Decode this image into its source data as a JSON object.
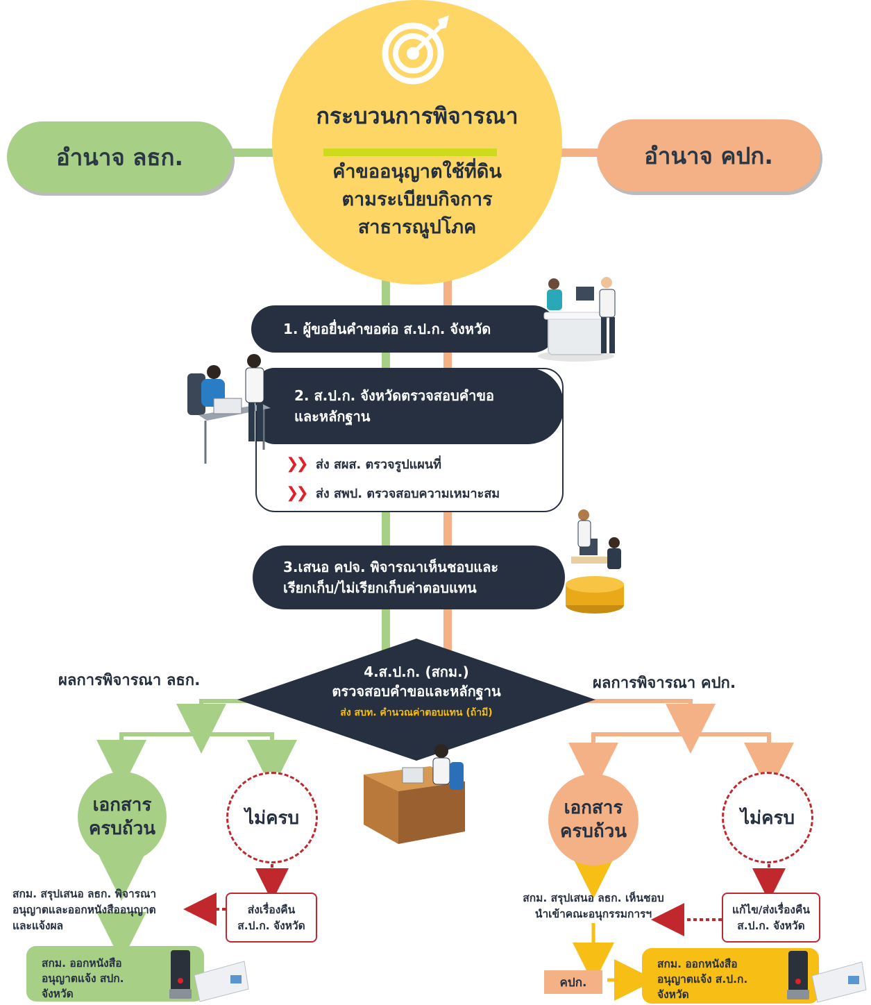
{
  "header": {
    "title": "กระบวนการพิจารณา",
    "subtitle_lines": [
      "คำขออนุญาตใช้ที่ดิน",
      "ตามระเบียบกิจการ",
      "สาธารณูปโภค"
    ]
  },
  "authority": {
    "left": "อำนาจ ลธก.",
    "right": "อำนาจ คปก."
  },
  "steps": {
    "step1": "1. ผู้ขอยื่นคำขอต่อ ส.ป.ก. จังหวัด",
    "step2_lines": [
      "2. ส.ป.ก. จังหวัดตรวจสอบคำขอ",
      "และหลักฐาน"
    ],
    "step2_sub": [
      "ส่ง สผส. ตรวจรูปแผนที่",
      "ส่ง สพป. ตรวจสอบความเหมาะสม"
    ],
    "step3_lines": [
      "3.เสนอ คปจ. พิจารณาเห็นชอบและ",
      "เรียกเก็บ/ไม่เรียกเก็บค่าตอบแทน"
    ],
    "step4_lines": [
      "4.ส.ป.ก. (สกม.)",
      "ตรวจสอบคำขอและหลักฐาน"
    ],
    "step4_note": "ส่ง สบท. คำนวณค่าตอบแทน (ถ้ามี)"
  },
  "results": {
    "left_label": "ผลการพิจารณา ลธก.",
    "right_label": "ผลการพิจารณา คปก.",
    "complete_lines": [
      "เอกสาร",
      "ครบถ้วน"
    ],
    "incomplete": "ไม่ครบ"
  },
  "left_branch": {
    "summary_lines": [
      "สกม. สรุปเสนอ ลธก. พิจารณา",
      "อนุญาตและออกหนังสืออนุญาต",
      "และแจ้งผล"
    ],
    "return_lines": [
      "ส่งเรื่องคืน",
      "ส.ป.ก. จังหวัด"
    ],
    "final_lines": [
      "สกม. ออกหนังสือ",
      "อนุญาตแจ้ง สปก.",
      "จังหวัด"
    ]
  },
  "right_branch": {
    "summary_lines": [
      "สกม. สรุปเสนอ ลธก. เห็นชอบ",
      "นำเข้าคณะอนุกรรมการฯ"
    ],
    "return_lines": [
      "แก้ไข/ส่งเรื่องคืน",
      "ส.ป.ก. จังหวัด"
    ],
    "committee": "คปก.",
    "final_lines": [
      "สกม. ออกหนังสือ",
      "อนุญาตแจ้ง ส.ป.ก.",
      "จังหวัด"
    ]
  },
  "colors": {
    "green": "#a7cf86",
    "orange": "#f3b185",
    "yellow": "#fdd665",
    "dark": "#263040",
    "red": "#c0282e",
    "gold": "#f7be16"
  },
  "icons": [
    "target-icon",
    "reception-desk-icon",
    "office-workers-icon",
    "meeting-coins-icon",
    "manager-desk-icon",
    "stamp-document-icon",
    "chevron-right-icon"
  ]
}
